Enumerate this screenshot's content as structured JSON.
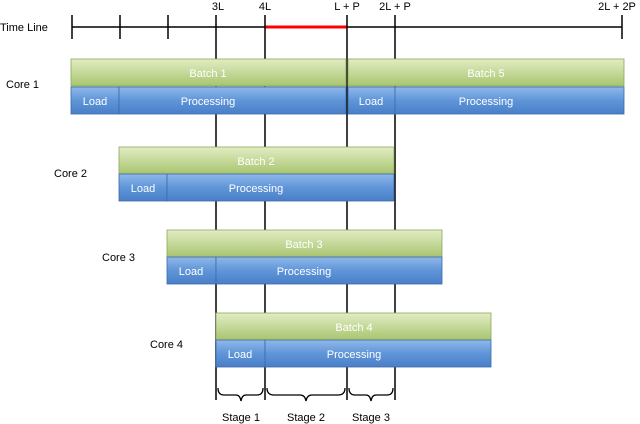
{
  "timeline": {
    "label": "Time Line",
    "ticks": [
      "3L",
      "4L",
      "L + P",
      "2L + P",
      "2L + 2P"
    ]
  },
  "cores": [
    {
      "label": "Core 1",
      "batches": [
        {
          "batch": "Batch 1",
          "load": "Load",
          "processing": "Processing"
        },
        {
          "batch": "Batch 5",
          "load": "Load",
          "processing": "Processing"
        }
      ]
    },
    {
      "label": "Core 2",
      "batches": [
        {
          "batch": "Batch 2",
          "load": "Load",
          "processing": "Processing"
        }
      ]
    },
    {
      "label": "Core 3",
      "batches": [
        {
          "batch": "Batch 3",
          "load": "Load",
          "processing": "Processing"
        }
      ]
    },
    {
      "label": "Core 4",
      "batches": [
        {
          "batch": "Batch 4",
          "load": "Load",
          "processing": "Processing"
        }
      ]
    }
  ],
  "stages": [
    "Stage 1",
    "Stage 2",
    "Stage 3"
  ],
  "colors": {
    "batch_fill_top": "#d4e4a8",
    "batch_fill_bottom": "#9bbb59",
    "load_fill": "#4f81bd",
    "processing_fill": "#5b9bd5",
    "highlight": "#ff0000",
    "line": "#000000"
  }
}
